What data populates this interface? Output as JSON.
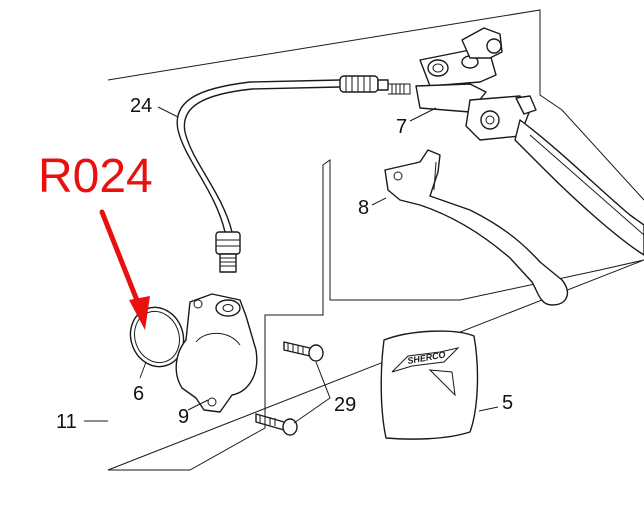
{
  "reference_code": "R024",
  "callouts": {
    "p24": "24",
    "p7": "7",
    "p8": "8",
    "p6": "6",
    "p9": "9",
    "p11": "11",
    "p29": "29",
    "p5": "5"
  },
  "logo_text": "SHERCO",
  "colors": {
    "annotation": "#e8110f",
    "line": "#1a1a1a",
    "background": "#ffffff"
  }
}
